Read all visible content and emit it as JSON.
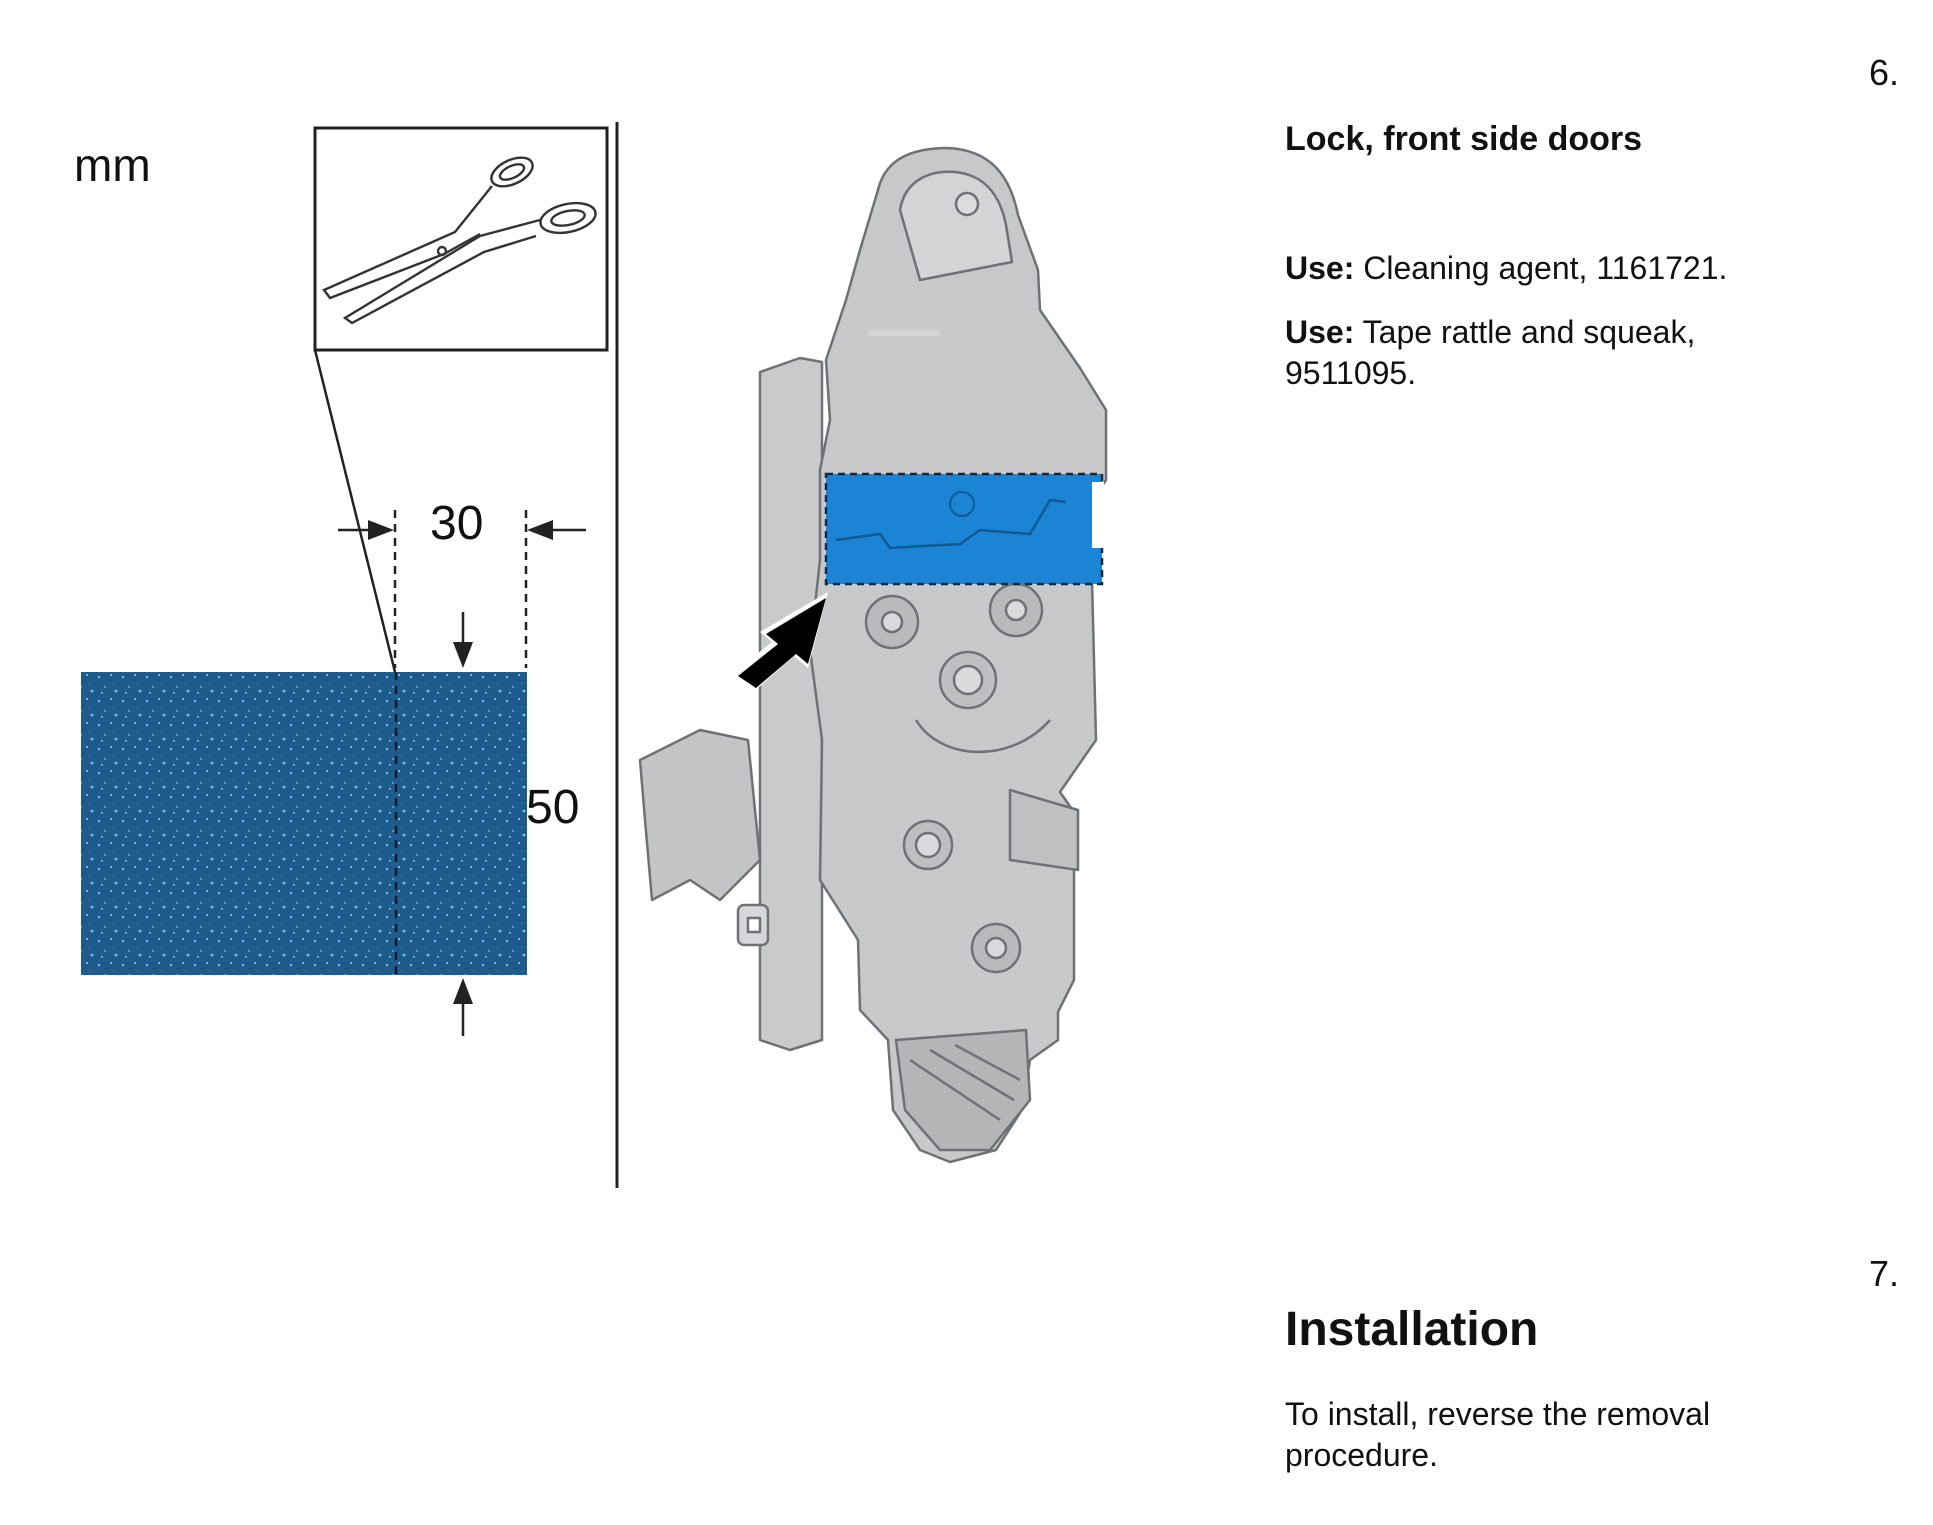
{
  "figure": {
    "unit_label": "mm",
    "width_dimension": "30",
    "height_dimension": "50",
    "icons": [
      "scissors-icon",
      "arrow-icon"
    ],
    "colors": {
      "tape": "#1d5c8c",
      "highlight": "#1c84d4",
      "lock": "#c7c8ca",
      "arrow": "#000000"
    }
  },
  "steps": [
    {
      "number": "6.",
      "title": "Lock, front side doors",
      "uses": [
        {
          "prefix": "Use:",
          "text": " Cleaning agent, 1161721."
        },
        {
          "prefix": "Use:",
          "text": " Tape rattle and squeak, 9511095."
        }
      ]
    },
    {
      "number": "7.",
      "title": "Installation",
      "text": "To install, reverse the removal procedure."
    }
  ]
}
